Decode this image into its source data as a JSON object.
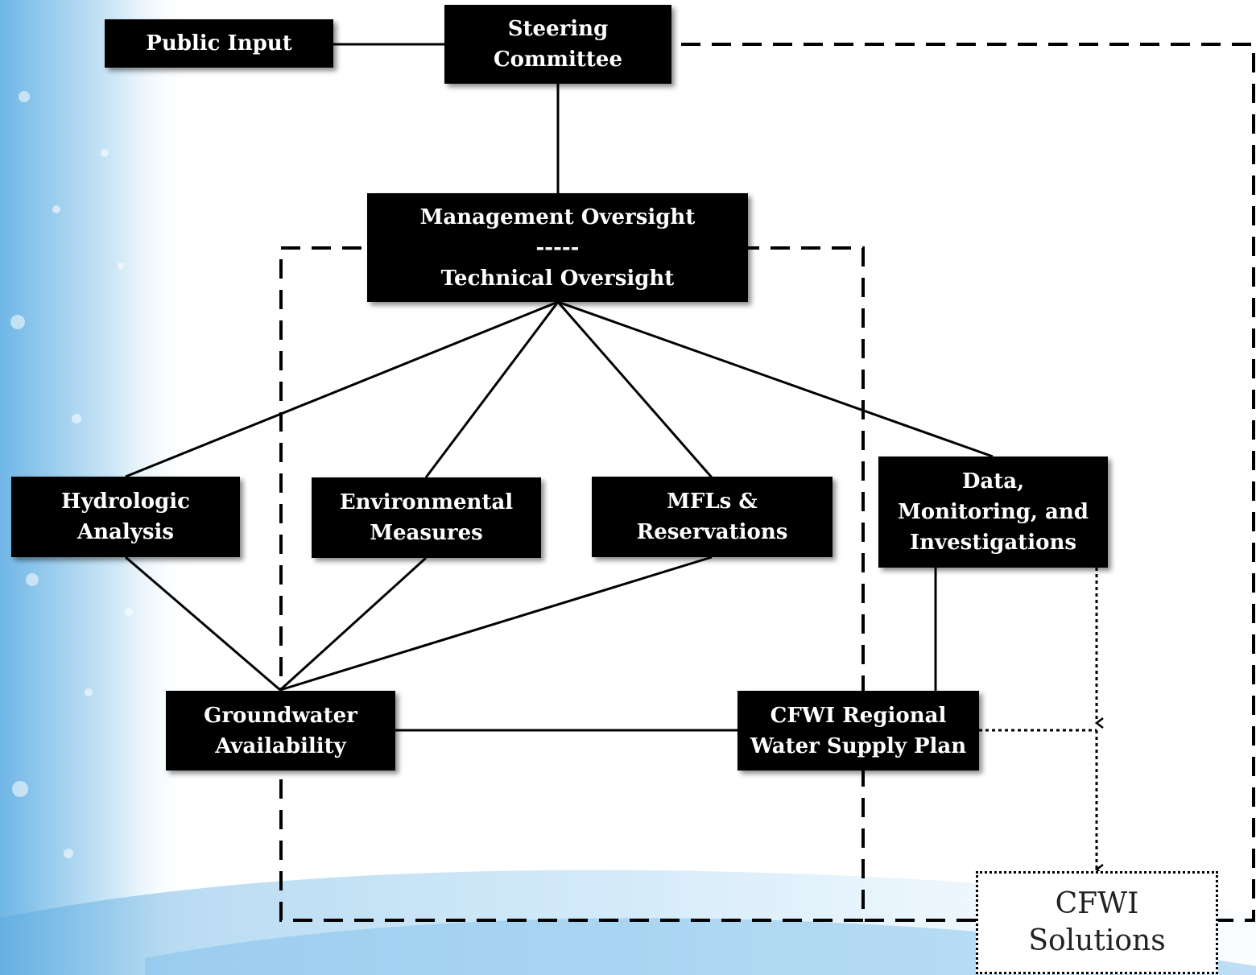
{
  "nodes": {
    "public_input": [
      "Public Input"
    ],
    "steering_committee": [
      "Steering",
      "Committee"
    ],
    "oversight": [
      "Management Oversight",
      "-----",
      "Technical Oversight"
    ],
    "hydrologic_analysis": [
      "Hydrologic",
      "Analysis"
    ],
    "environmental_measures": [
      "Environmental",
      "Measures"
    ],
    "mfls_reservations": [
      "MFLs &",
      "Reservations"
    ],
    "data_monitoring": [
      "Data,",
      "Monitoring, and",
      "Investigations"
    ],
    "groundwater_availability": [
      "Groundwater",
      "Availability"
    ],
    "cfwi_plan": [
      "CFWI Regional",
      "Water Supply Plan"
    ],
    "cfwi_solutions": [
      "CFWI",
      "Solutions"
    ]
  },
  "colors": {
    "box_fill": "#000000",
    "box_text": "#ffffff",
    "background_water": "#8cc9ec"
  }
}
